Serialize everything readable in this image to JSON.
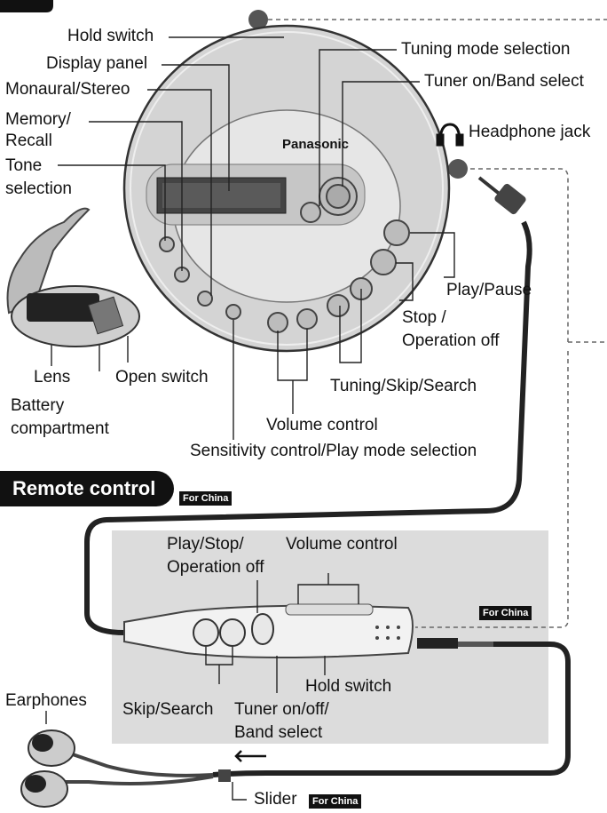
{
  "main_unit": {
    "brand": "Panasonic",
    "labels": {
      "hold_switch": "Hold switch",
      "display_panel": "Display panel",
      "monaural_stereo": "Monaural/Stereo",
      "memory_recall_1": "Memory/",
      "memory_recall_2": "Recall",
      "tone_selection_1": "Tone",
      "tone_selection_2": "selection",
      "tuning_mode_selection": "Tuning mode selection",
      "tuner_on_band_select": "Tuner on/Band select",
      "headphone_jack": "Headphone jack",
      "play_pause": "Play/Pause",
      "stop_1": "Stop /",
      "stop_2": "Operation off",
      "lens": "Lens",
      "open_switch": "Open switch",
      "battery_1": "Battery",
      "battery_2": "compartment",
      "tuning_skip_search": "Tuning/Skip/Search",
      "volume_control": "Volume control",
      "sensitivity": "Sensitivity control/Play mode selection"
    }
  },
  "remote": {
    "title": "Remote control",
    "region_tag": "For China",
    "labels": {
      "play_stop_1": "Play/Stop/",
      "play_stop_2": "Operation off",
      "volume_control": "Volume control",
      "hold_switch": "Hold switch",
      "skip_search": "Skip/Search",
      "tuner_1": "Tuner on/off/",
      "tuner_2": "Band select",
      "earphones": "Earphones",
      "slider": "Slider"
    },
    "panel_tag": "For China",
    "slider_tag": "For China"
  },
  "colors": {
    "ink": "#111111",
    "device_outer": "#d4d4d4",
    "device_inner": "#e6e6e6",
    "remote_panel": "#dcdcdc"
  }
}
